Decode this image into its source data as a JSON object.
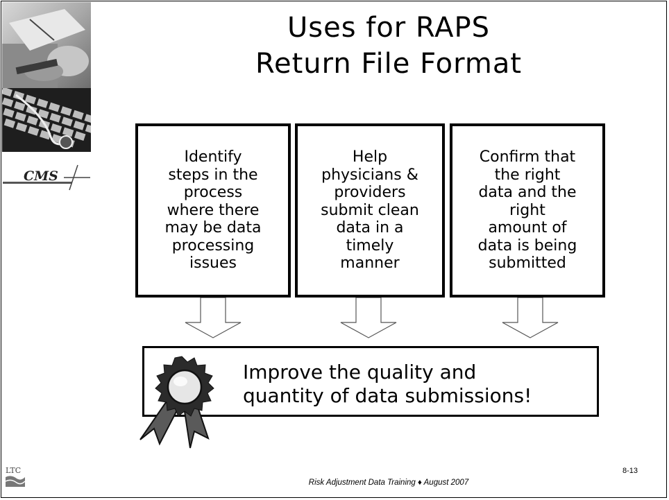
{
  "slide": {
    "title_line1": "Uses for RAPS",
    "title_line2": "Return File Format",
    "boxes": [
      {
        "lines": [
          "Identify",
          "steps in the",
          "process",
          "where there",
          "may be data",
          "processing",
          "issues"
        ]
      },
      {
        "lines": [
          "Help",
          "physicians &",
          "providers",
          "submit clean",
          "data in a",
          "timely",
          "manner"
        ]
      },
      {
        "lines": [
          "Confirm that",
          "the right",
          "data and the",
          "right",
          "amount of",
          "data is being",
          "submitted"
        ]
      }
    ],
    "result_line1": "Improve the quality and",
    "result_line2": "quantity of data submissions!"
  },
  "sidebar": {
    "logo_text": "CMS",
    "ltc_text": "LTC"
  },
  "footer": {
    "text": "Risk Adjustment Data Training ♦ August 2007",
    "page_number": "8-13"
  },
  "icons": {
    "photo1": "hands-writing-photo",
    "photo2": "stethoscope-keyboard-photo",
    "award": "award-ribbon-icon"
  }
}
